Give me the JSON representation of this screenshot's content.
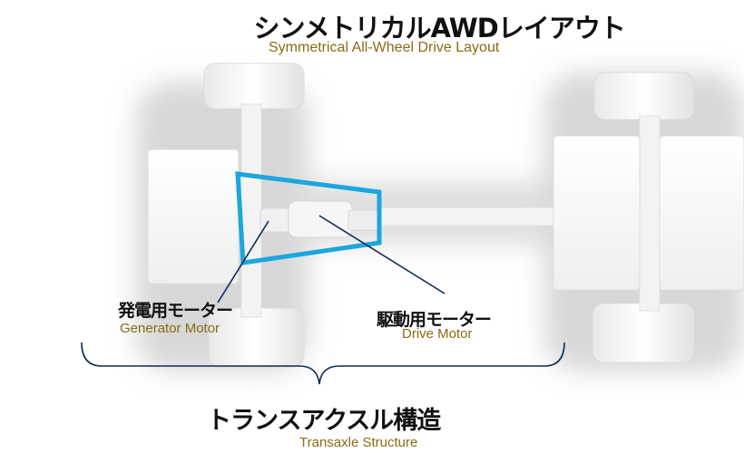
{
  "title": {
    "ja": "シンメトリカルAWDレイアウト",
    "en": "Symmetrical All-Wheel Drive Layout"
  },
  "generator_motor": {
    "ja": "発電用モーター",
    "en": "Generator Motor"
  },
  "drive_motor": {
    "ja": "駆動用モーター",
    "en": "Drive Motor"
  },
  "transaxle": {
    "ja": "トランスアクスル構造",
    "en": "Transaxle Structure"
  },
  "colors": {
    "highlight": "#1aa7dd",
    "leader": "#0e2a5c",
    "subtitle": "#8a6a14",
    "text": "#111111"
  }
}
